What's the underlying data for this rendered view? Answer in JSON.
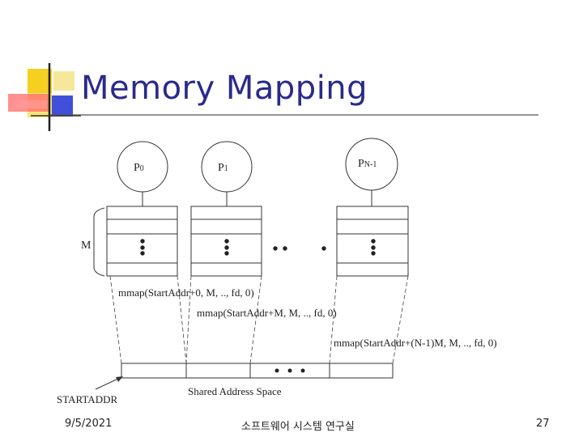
{
  "slide": {
    "title": "Memory Mapping",
    "footer_date": "9/5/2021",
    "footer_center": "소프트웨어 시스템 연구실",
    "page_number": "27"
  },
  "diagram": {
    "processes": [
      {
        "label_main": "P",
        "label_sub": "0"
      },
      {
        "label_main": "P",
        "label_sub": "1"
      },
      {
        "label_main": "P",
        "label_sub": "N-1"
      }
    ],
    "segment_size_label": "M",
    "mmap_calls": [
      "mmap(StartAddr+0, M, .., fd, 0)",
      "mmap(StartAddr+M, M, .., fd, 0)",
      "mmap(StartAddr+(N-1)M, M, .., fd, 0)"
    ],
    "start_addr_label": "STARTADDR",
    "shared_space_label": "Shared Address Space"
  },
  "colors": {
    "title": "#2a2a8a",
    "logo_yellow": "#f5d020",
    "logo_blue": "#4050d8",
    "logo_red": "#ff6b6b"
  }
}
